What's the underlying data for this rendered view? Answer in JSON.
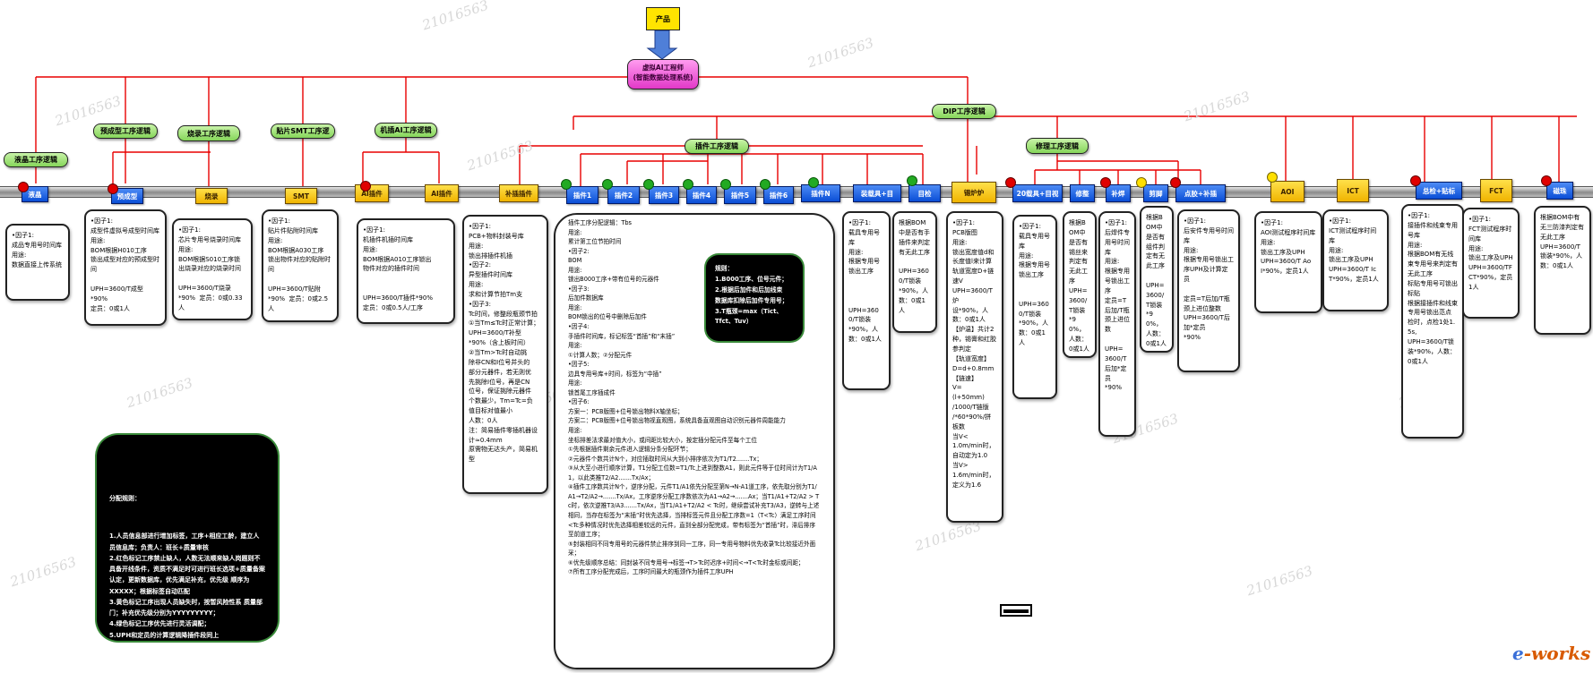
{
  "top": {
    "product": "产品",
    "virtual_label": "虚拟AI工程师\n(智能数据处理系统)"
  },
  "logic_boxes": {
    "liquid": "液晶工序逻辑",
    "preform": "预成型工序逻辑",
    "burn": "烧录工序逻辑",
    "smt": "贴片SMT工序逻",
    "ai": "机插AI工序逻辑",
    "dip": "DIP工序逻辑",
    "plugin": "插件工序逻辑",
    "repair": "修理工序逻辑"
  },
  "stations": [
    "液晶",
    "预成型",
    "烧录",
    "SMT",
    "AI插件",
    "AI插件",
    "补插插件",
    "插件1",
    "插件2",
    "插件3",
    "插件4",
    "插件5",
    "插件6",
    "插件N",
    "装载具+目",
    "目检",
    "锡炉炉",
    "20载具+目视",
    "修整",
    "补焊",
    "剪脚",
    "点胶+补插",
    "AOI",
    "ICT",
    "总检+贴标",
    "FCT",
    "磁珠"
  ],
  "cards": {
    "liquid": "•因子1:\n成品专用号时间库\n用途:\n数据直接上传系统",
    "preform": "•因子1:\n成型件虚拟号成型时间库\n用途:\nBOM根据H010工序\n锁出成型对应的预成型时间\n\nUPH=3600/T成型\n*90%\n定员：0或1人",
    "burn": "•因子1:\n芯片专用号烧录时间库\n用途:\nBOM根据S010工序锁\n出烧录对应的烧录时间\n\nUPH=3600/T烧录\n*90%  定员：0或0.33人",
    "smt": "•因子1:\n贴片件贴附时间库\n用途:\nBOM根据A030工序\n锁出物件对应的贴附时间\n\nUPH=3600/T贴附\n*90%  定员：0或2.5人",
    "ai": "•因子1:\n机插件机插时间库\n用途:\nBOM根据A010工序锁出\n物件对应的插件时间\n\n\nUPH=3600/T插件*90%\n定员：0或0.5人/工序",
    "bu": "•因子1:\nPCB+物料封装号库\n用途:\n锁出排插件机插\n•因子2:\n异型插件时间库\n用途:\n求和计算节拍Tm支\n•因子3:\nTc时间，修整段瓶颈节拍\n①当Tm≤Tc时正常计算；\nUPH=3600/T补型\n*90%（含上板时间）\n②当Tm>Tc时自动挑\n除非CN和I位号并头的\n部分元器件，若无则优\n先挑除I位号，再是CN\n位号，保证挑除元器件\n个数最少，Tm=Tc=负\n值目标对值最小\n人数：0人\n注：简易插件零插机器设计≈0.4mm\n原需物无达头产，简易机型",
    "r1": "•因子1:\n载具专用号库\n用途:\n根据专用号锁出工序\n\n\n\nUPH=3600/T锁装\n*90%，人数：0或1人",
    "r2": "根据BOM中是否有手插件来判定有无此工序\n\nUPH=3600/T锁装\n*90%，人数：0或1人",
    "furnace": "•因子1:\nPCB版图\n用途:\n锁出宽度值d和长度值l来计算轨道宽度D+链速V\nUPH=3600/T炉\n设*90%，人数：0或1人\n【炉温】共计2种，锡膏和红胶参判定\n【轨道宽度】\nD=d+0.8mm\n【链速】\nV=\n(l+50mm)\n/1000/T链版\n/*60*90%/拼板数\n当V<\n1.0m/min时，\n自动定为1.0\n当V>\n1.6m/min时，\n定义为1.6",
    "r20": "•因子1:\n载具专用号库\n用途:\n根据专用号锁出工序\n\n\nUPH=3600/T锁装\n*90%，人数：0或1人",
    "trim": "根据BOM中是否有锡丝来判定有无此工序\nUPH=3600/T锁装\n*90%，人数：0或1人",
    "weld": "•因子1:\n后焊件专用号时间库\n用途:\n根据专用号锁出工序\n定员=T后加/T瓶颈上进位\n数\n\nUPH=\n3600/T后加*定员\n*90%",
    "cut": "根据BOM中是否有组件判定有无此工序\n\nUPH=\n3600/T锁装\n*90%，人数：0或1人",
    "glue": "•因子1:\n后安件专用号时间库\n用途:\n根据专用号锁出工序UPH及计算定员\n\n定员=T后加/T瓶颈上进位整数\nUPH=3600/T后加*定员\n*90%",
    "aoi": "•因子1:\nAOI测试程序时间库\n用途:\n锁出工序及UPH\nUPH=3600/T Ao\nI*90%，定员1人",
    "ict": "•因子1:\nICT测试程序时间库\n用途:\n锁出工序及UPH\nUPH=3600/T Ic\nT*90%，定员1人",
    "label": "•因子1:\n接插件和线束专用号库\n用途:\n根据BOM有无线束专用号来判定有无此工序\n标贴专用号可锁出标贴\n根据接插件和线束专用号锁出范点 检时，点检1处1.5s,\nUPH=3600/T锁装*90%，人数：0或1人",
    "fct": "•因子1:\nFCT测试程序时间库\n用途:\n锁出工序及UPH\nUPH=3600/TFCT*90%，定员1人",
    "magnet": "根据BOM中有无三防漆判定有无此工序\nUPH=3600/T锁装*90%，人数：0或1人"
  },
  "big_card": "插件工序分配逻辑：Tbs\n用途:\n累计第工位节拍时间\n•因子2:\nBOM\n用途:\n锁出B000工序+带有位号的元器件\n•因子3:\n后加件数据库\n用途:\nBOM锁出的位号中删除后加件\n•因子4:\n手插件时间库，标记标签“首插”和“末插”\n用途:\n①计算人数；②分配元件\n•因子5:\n边具专用号库+时间，标签为“中插”\n用途:\n锁首尾工序插成件\n•因子6:\n方案一：PCB版图+位号锁出物料X轴坐标；\n方案二：PCB版图+位号锁出物视直观图，系统具备直观图自动识别元器件周能能力\n用途:\n坐标排差法求最对值大小，或间距比较大小，按定插分配元件至每个工位\n①先根据插件剩余元件进入逻辑分条分配环节；\n②元器件个数共计N个，对应插取时间从大到小排序依次为T1/T2.......Tx；\n③从大至小进行顺序计算，T1分配工位数=T1/Tc上进到整数A1，则此元件等于位时间计为T1/A1，以此类推T2/A2.......Tx/Ax；\n④插件工序数共计N个，逆序分配，元件T1/A1依先分配至第N→N-A1道工序，依先取分别为T1/A1→T2/A2→.......Tx/Ax，工序逆序分配工序数依次为A1→A2→.......Ax；当T1/A1+T2/A2 > Tc时，依次逆推T3/A3.......Tx/Ax，当T1/A1+T2/A2 < Tc时，继续尝试补充T3/A3，逆转与上述相同，当存在标签为“末插”时优先选择，当排标签元件且分配工序数=1（T<Tc）满足工序时间<Tc多种情况时优先选择相差较远的元件，直到全部分配完成，带有标签为“首插”时，滞后排序至前道工序；\n⑤封装相同不同专用号的元器件禁止排序到同一工序，同一专用号物料优先收录Tc比较接近外面采；\n⑥优先级顺序总结：同封装不同专用号→标签→T>Tc时迟序+时间<→T<Tc时金标或间距；\n⑦所有工序分配完成后，工序时间最大的瓶颈作为插件工序UPH",
  "rule_box": "规则：\n1.B000工序、位号元件；\n2.根据后加件和后加线束\n数据库扣除后加件专用号；\n3.T瓶颈=max（Tict、\nTfct、Tuv）",
  "distribution": {
    "title": "分配规则：",
    "text": "1.人员信息部进行增加标签，工序+相应工龄，建立人员信息库；负责人：班长+质量审核\n2.红色标记工序禁止缺人，人数无法顺来缺人岗题则不具备开线条件，资质不满足时可进行班长选项+质量备案认定，更新数据库，优先满足补充，优先级 顺序为XXXXX；根据标签自动匹配\n3.黄色标记工序出现人员缺失时，按暂风险性系 质量部门；补充优先级分别为YYYYYYYYY；\n4.绿色标记工序优先进行灵活调配；\n5.UPH和定员的计算逻辑降插件段同上"
  },
  "logo": {
    "prefix": "e",
    "rest": "-works"
  },
  "watermark": "21016563"
}
